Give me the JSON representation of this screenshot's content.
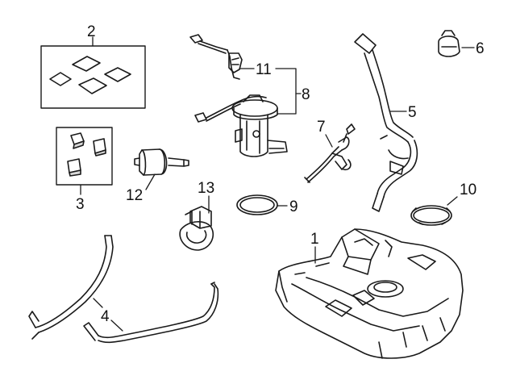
{
  "callouts": {
    "c1": "1",
    "c2": "2",
    "c3": "3",
    "c4": "4",
    "c5": "5",
    "c6": "6",
    "c7": "7",
    "c8": "8",
    "c9": "9",
    "c10": "10",
    "c11": "11",
    "c12": "12",
    "c13": "13"
  },
  "parts": [
    {
      "callout": "1",
      "part": "fuel-tank"
    },
    {
      "callout": "2",
      "part": "gasket-kit"
    },
    {
      "callout": "3",
      "part": "insulator-kit"
    },
    {
      "callout": "4",
      "part": "tank-straps"
    },
    {
      "callout": "5",
      "part": "filler-pipe"
    },
    {
      "callout": "6",
      "part": "fuel-cap"
    },
    {
      "callout": "7",
      "part": "vapor-hose"
    },
    {
      "callout": "8",
      "part": "fuel-pump-module"
    },
    {
      "callout": "9",
      "part": "pump-seal"
    },
    {
      "callout": "10",
      "part": "lock-ring"
    },
    {
      "callout": "11",
      "part": "fuel-level-sender"
    },
    {
      "callout": "12",
      "part": "fuel-filter"
    },
    {
      "callout": "13",
      "part": "filter-bracket"
    }
  ]
}
